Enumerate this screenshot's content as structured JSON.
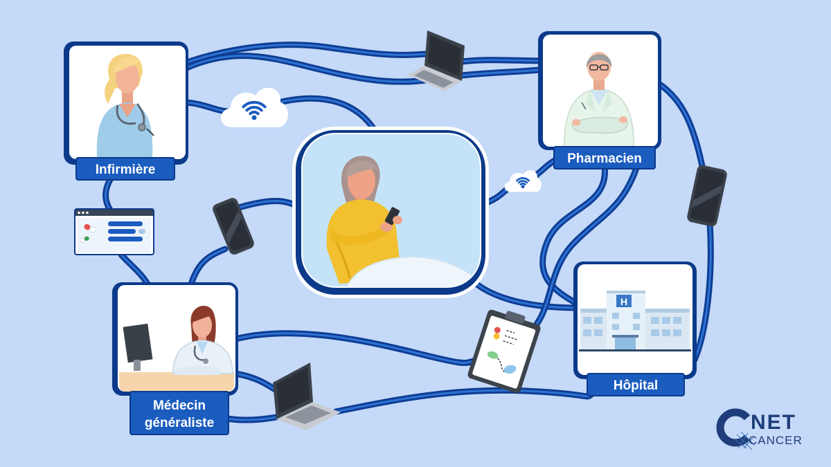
{
  "nodes": {
    "nurse": {
      "label": "Infirmière"
    },
    "pharmacist": {
      "label": "Pharmacien"
    },
    "doctor": {
      "label_line1": "Médecin",
      "label_line2": "généraliste"
    },
    "hospital": {
      "label": "Hôpital",
      "sign": "H"
    }
  },
  "icons": [
    "laptop-icon",
    "cloud-wifi-icon",
    "smartphone-icon",
    "browser-window-icon",
    "clipboard-icon"
  ],
  "logo": {
    "net": "NET",
    "cancer": "CANCER"
  },
  "colors": {
    "background": "#c5d9f8",
    "navy": "#0c3a8a",
    "label": "#1b5cbf",
    "line_highlight": "#2e73d3",
    "patient_sweater": "#f3c030"
  }
}
